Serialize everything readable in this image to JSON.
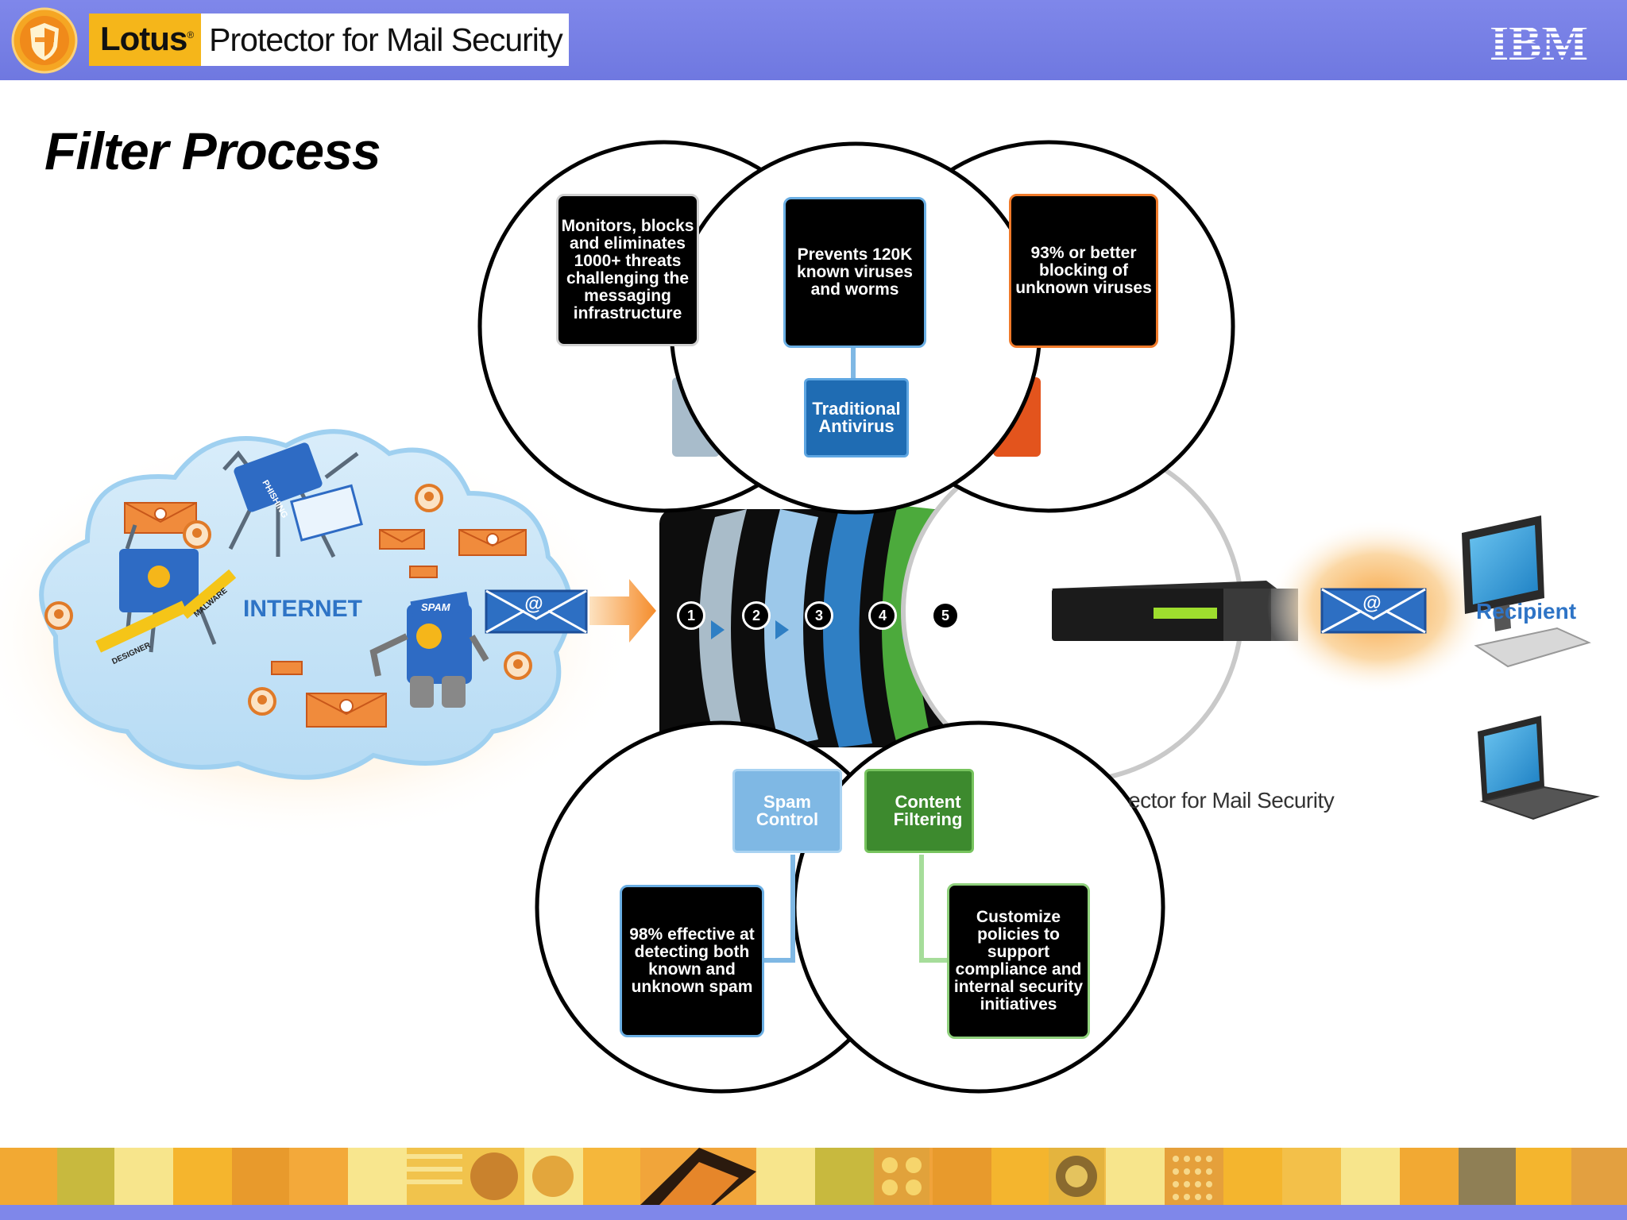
{
  "header": {
    "brand_name": "Lotus",
    "brand_mark": "®",
    "product_name": "Protector for Mail Security",
    "logo_icon": "lotus-shield-icon",
    "company_logo_text": "IBM"
  },
  "page_title": "Filter Process",
  "diagram": {
    "internet_label": "INTERNET",
    "recipient_label": "Recipient",
    "appliance_caption": "ector for Mail Security",
    "steps": [
      "1",
      "2",
      "3",
      "4",
      "5"
    ],
    "callouts": {
      "top_left": "Monitors, blocks and eliminates 1000+ threats challenging the messaging infrastructure",
      "top_center": "Prevents 120K known viruses and worms",
      "top_right": "93% or better blocking of unknown viruses",
      "bottom_left": "98% effective at detecting both known and unknown spam",
      "bottom_right": "Customize policies to support compliance and internal security initiatives"
    },
    "labels": {
      "antivirus": "Traditional Antivirus",
      "spam": "Spam Control",
      "content": "Content Filtering"
    },
    "badges": {
      "phishing": "PHISHING",
      "spam": "SPAM",
      "designer": "DESIGNER",
      "malware": "MALWARE"
    },
    "colors": {
      "band_1": "#a9bcc9",
      "band_2": "#9cc8ea",
      "band_3": "#2f7fc4",
      "band_4": "#4caa3c",
      "band_5": "#e3541d",
      "accent_blue": "#2e74c6",
      "arrow_orange": "#f59a3a"
    }
  }
}
